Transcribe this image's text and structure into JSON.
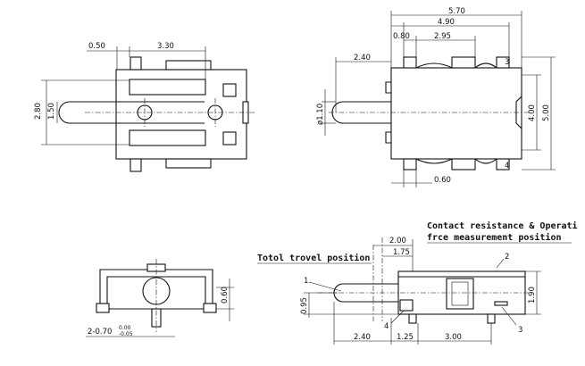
{
  "notes": {
    "contact_line1": "Contact resistance & Operati",
    "contact_line2": "frce measurement position",
    "travel": "Totol trovel position"
  },
  "dims": {
    "top_left_050": "0.50",
    "top_left_330": "3.30",
    "top_left_280": "2.80",
    "top_left_150": "1.50",
    "top_right_570": "5.70",
    "top_right_490": "4.90",
    "top_right_080": "0.80",
    "top_right_295": "2.95",
    "top_right_240": "2.40",
    "top_right_110": "ø1.10",
    "top_right_400": "4.00",
    "top_right_500": "5.00",
    "top_right_060": "0.60",
    "bot_left_060": "0.60",
    "bot_left_pins": "2-0.70",
    "bot_left_tol_top": "0.00",
    "bot_left_tol_bot": "-0.05",
    "bot_right_200": "2.00",
    "bot_right_175": "1.75",
    "bot_right_095": "0.95",
    "bot_right_190": "1.90",
    "bot_right_240": "2.40",
    "bot_right_125": "1.25",
    "bot_right_300": "3.00"
  },
  "pin_labels": {
    "p1": "1",
    "p2": "2",
    "p3": "3",
    "p4": "4",
    "p3_top": "3",
    "p4_top": "4"
  }
}
